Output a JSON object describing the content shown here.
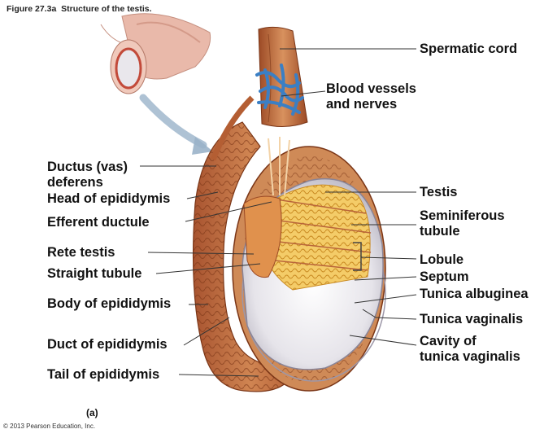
{
  "figure": {
    "caption": "Figure 27.3a  Structure of the testis.",
    "panel_label": "(a)",
    "copyright": "© 2013 Pearson Education, Inc."
  },
  "labels": {
    "spermatic_cord": "Spermatic cord",
    "blood_vessels": "Blood vessels\nand nerves",
    "ductus_deferens": "Ductus (vas)\ndeferens",
    "head_epididymis": "Head of epididymis",
    "efferent_ductule": "Efferent ductule",
    "rete_testis": "Rete testis",
    "straight_tubule": "Straight tubule",
    "body_epididymis": "Body of epididymis",
    "duct_epididymis": "Duct of epididymis",
    "tail_epididymis": "Tail of epididymis",
    "testis": "Testis",
    "seminiferous_tubule": "Seminiferous\ntubule",
    "lobule": "Lobule",
    "septum": "Septum",
    "tunica_albuginea": "Tunica albuginea",
    "tunica_vaginalis": "Tunica vaginalis",
    "cavity_tunica_vaginalis": "Cavity of\ntunica vaginalis"
  },
  "colors": {
    "epididymis": "#c9743f",
    "epididymis_dark": "#8a3f1c",
    "tubules": "#f2c560",
    "testis_capsule": "#e8e6ea",
    "vessels_blue": "#3b7fc4",
    "leader_line": "#333333",
    "inset_skin": "#e7b6a8"
  }
}
